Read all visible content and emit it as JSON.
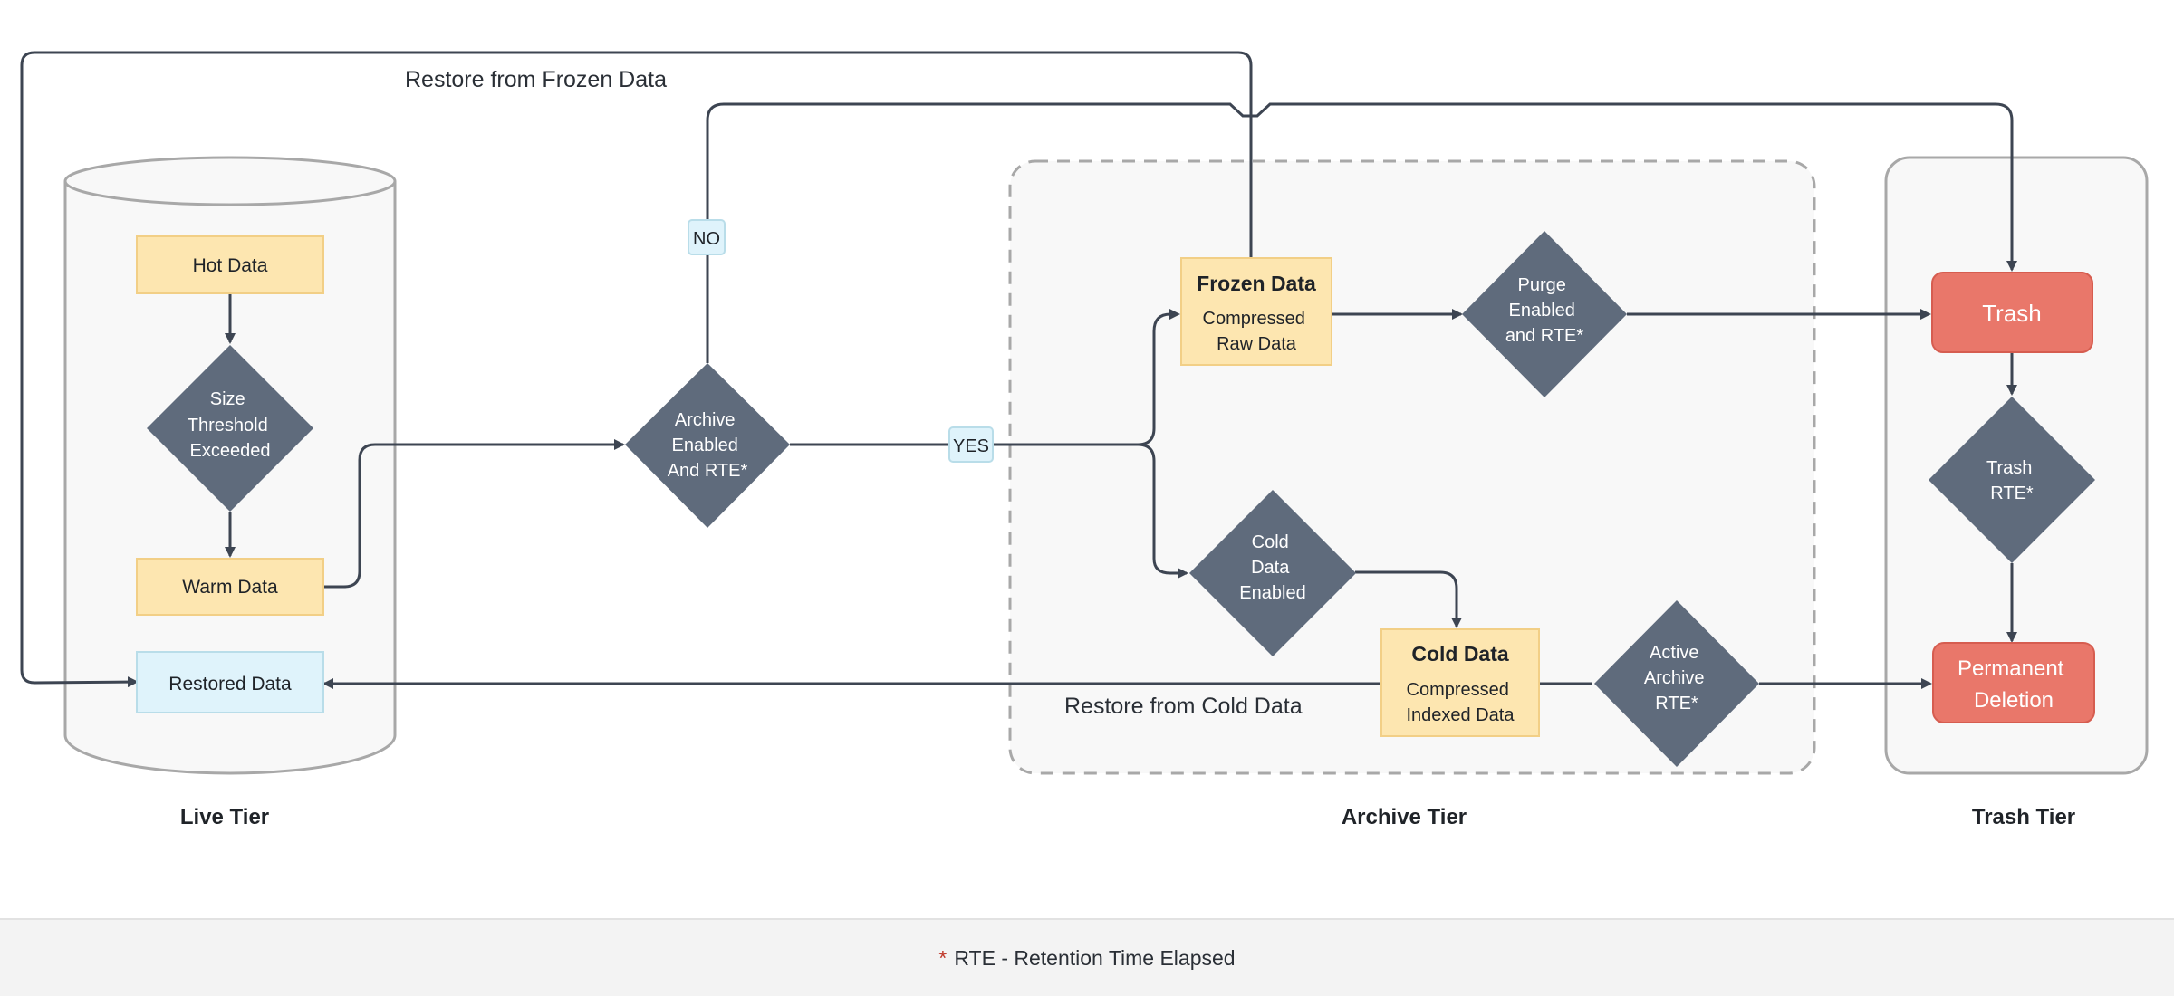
{
  "colors": {
    "diamond": "#5f6b7c",
    "data_box": "#fde6b0",
    "data_box_border": "#f2cf86",
    "restored_box": "#dff3fb",
    "restored_border": "#b9dde9",
    "trash_box": "#e9776a",
    "trash_border": "#d65d50",
    "arrow": "#3d4552",
    "container_fill": "#f8f8f8",
    "container_border": "#a8a8a8"
  },
  "tiers": {
    "live": "Live Tier",
    "archive": "Archive Tier",
    "trash": "Trash Tier"
  },
  "nodes": {
    "hot_data": "Hot Data",
    "size_threshold": [
      "Size",
      "Threshold",
      "Exceeded"
    ],
    "warm_data": "Warm Data",
    "restored_data": "Restored Data",
    "archive_enabled": [
      "Archive",
      "Enabled",
      "And RTE*"
    ],
    "frozen_title": "Frozen Data",
    "frozen_sub": [
      "Compressed",
      "Raw Data"
    ],
    "purge_enabled": [
      "Purge",
      "Enabled",
      "and RTE*"
    ],
    "cold_enabled": [
      "Cold",
      "Data",
      "Enabled"
    ],
    "cold_title": "Cold Data",
    "cold_sub": [
      "Compressed",
      "Indexed Data"
    ],
    "active_archive": [
      "Active",
      "Archive",
      "RTE*"
    ],
    "trash": "Trash",
    "trash_rte": [
      "Trash",
      "RTE*"
    ],
    "permanent_deletion": [
      "Permanent",
      "Deletion"
    ]
  },
  "labels": {
    "no": "NO",
    "yes": "YES",
    "restore_frozen": "Restore from Frozen Data",
    "restore_cold": "Restore from Cold Data"
  },
  "footer": {
    "star": "*",
    "text": "RTE - Retention Time Elapsed"
  }
}
